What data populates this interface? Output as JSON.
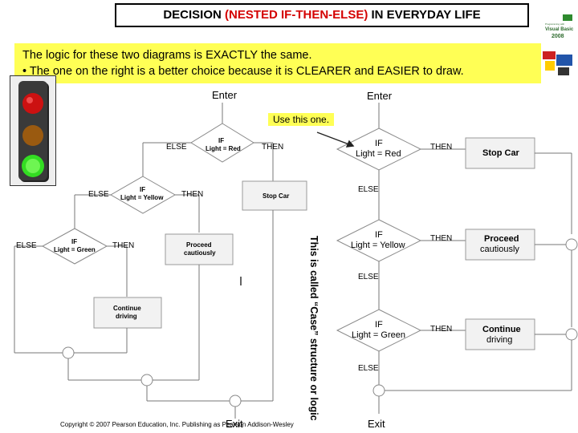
{
  "title": {
    "part1": "DECISION ",
    "part2": "(NESTED IF-THEN-ELSE)",
    "part3": " IN EVERYDAY LIFE"
  },
  "banner": {
    "line1": "The logic for these two diagrams is EXACTLY the same.",
    "line2": "• The one on the right is a better choice because it is CLEARER and EASIER to draw."
  },
  "left_diagram": {
    "enter": "Enter",
    "if_red": [
      "IF",
      "Light = Red"
    ],
    "if_yellow": [
      "IF",
      "Light = Yellow"
    ],
    "if_green": [
      "IF",
      "Light = Green"
    ],
    "stop_car": "Stop Car",
    "proceed": [
      "Proceed",
      "cautiously"
    ],
    "continue": [
      "Continue",
      "driving"
    ],
    "else_label": "ELSE",
    "then_label": "THEN",
    "exit": "Exit"
  },
  "right_diagram": {
    "enter": "Enter",
    "use_this": "Use this one.",
    "if_red": [
      "IF",
      "Light = Red"
    ],
    "if_yellow": [
      "IF",
      "Light = Yellow"
    ],
    "if_green": [
      "IF",
      "Light = Green"
    ],
    "stop_car": "Stop Car",
    "proceed": [
      "Proceed",
      "cautiously"
    ],
    "continue": [
      "Continue",
      "driving"
    ],
    "else_label": "ELSE",
    "then_label": "THEN",
    "exit": "Exit"
  },
  "side_label": "This is called “Case” structure or logic",
  "copyright": "Copyright © 2007 Pearson Education, Inc. Publishing as Pearson Addison-Wesley",
  "logo": {
    "line1": "Programming with",
    "line2": "Visual Basic",
    "line3": "2008"
  },
  "colors": {
    "banner": "#ffff55",
    "title_accent": "#d40000",
    "red_light": "#cc1111",
    "amber_light": "#9a5a10",
    "green_light": "#33dd22"
  }
}
